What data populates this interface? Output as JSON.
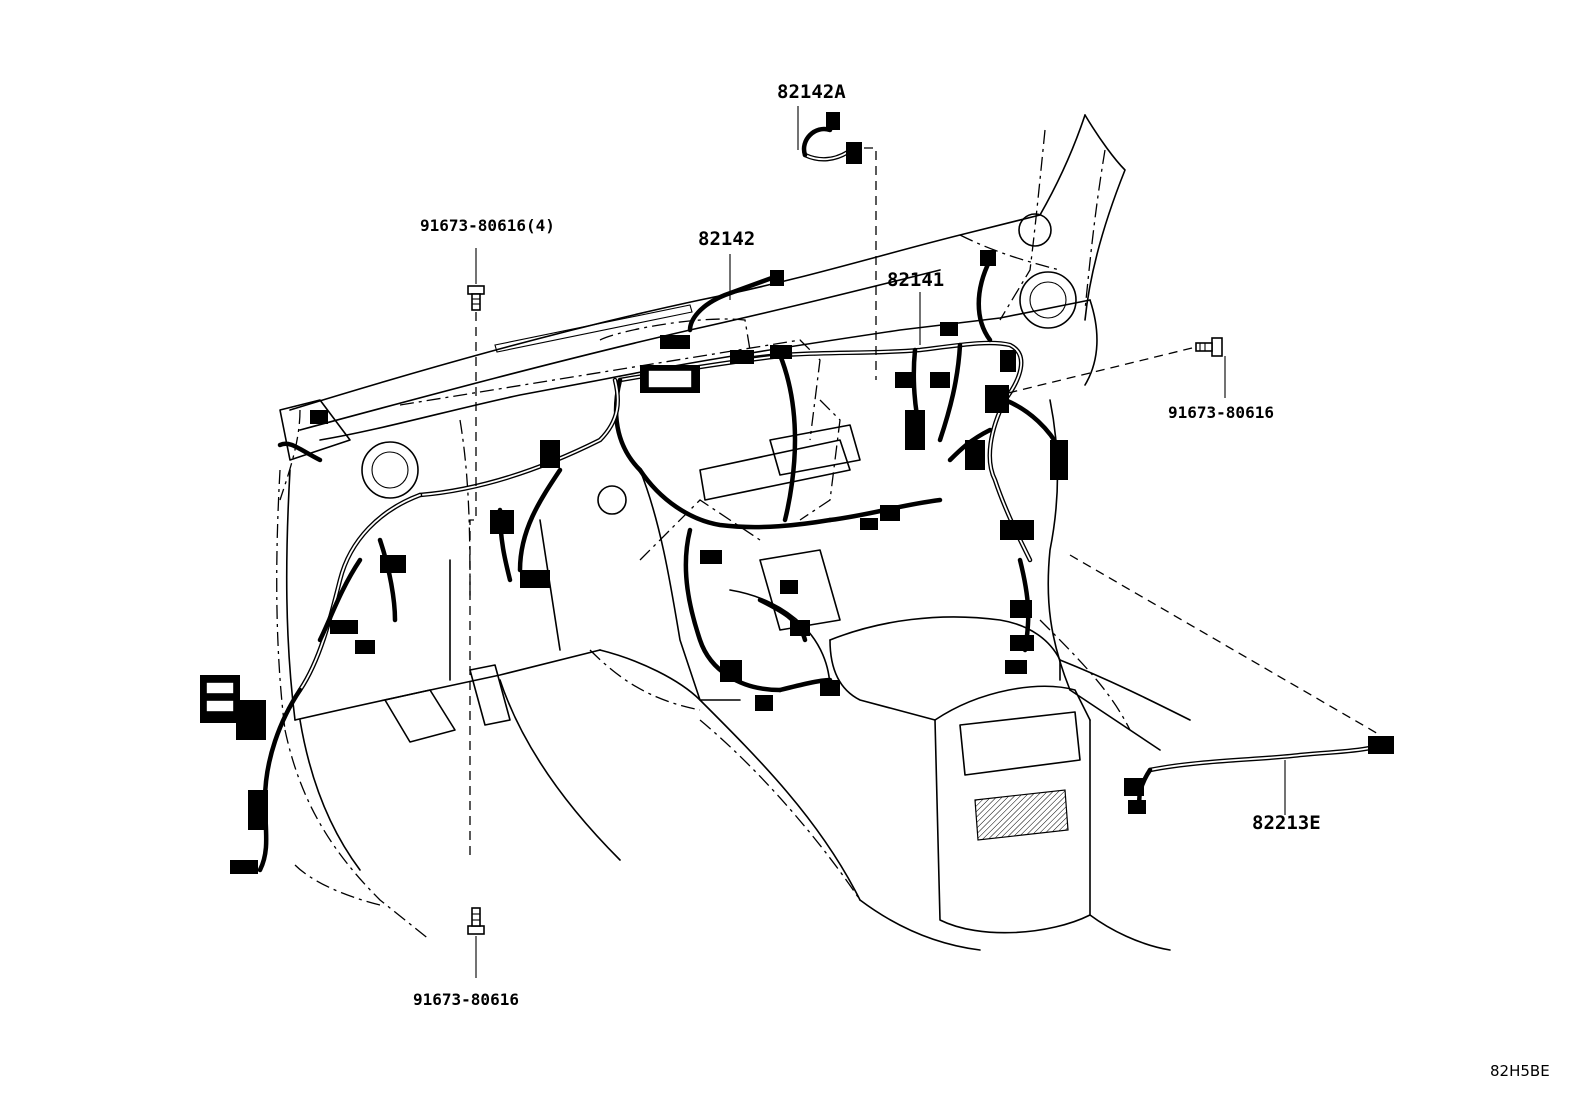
{
  "labels": {
    "p82142A": "82142A",
    "p82142": "82142",
    "p82141": "82141",
    "bolt_top_left": "91673-80616(4)",
    "bolt_right": "91673-80616",
    "bolt_bottom": "91673-80616",
    "p82213E": "82213E"
  },
  "diagram_code": "82H5BE"
}
